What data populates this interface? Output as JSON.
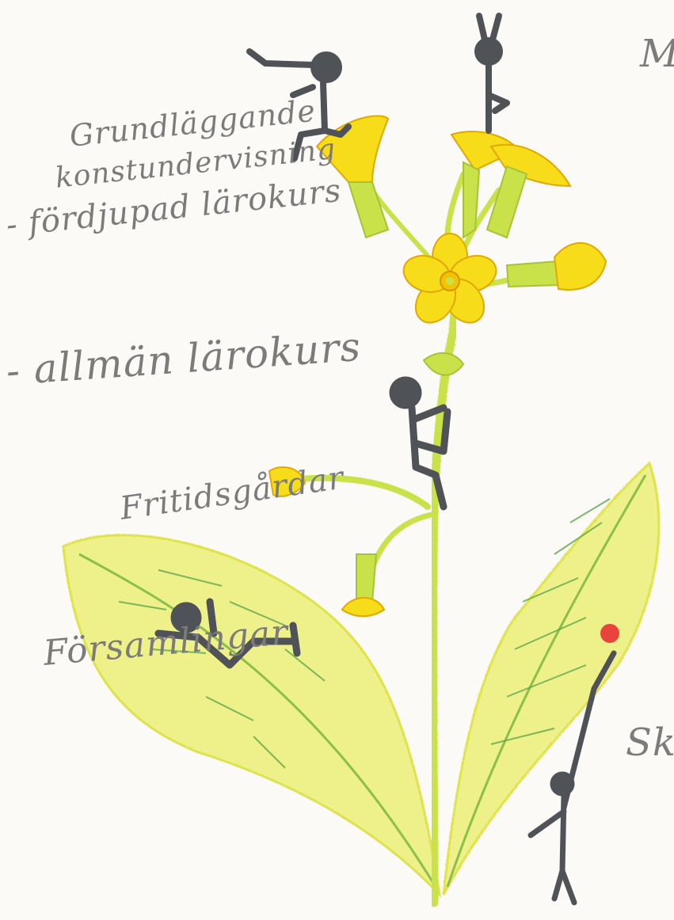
{
  "labels": {
    "grundlaggande_line1": "Grundläggande",
    "grundlaggande_line2": "konstundervisning",
    "fordjupad": "- fördjupad lärokurs",
    "allman": "- allmän lärokurs",
    "fritidsgardar": "Fritidsgårdar",
    "forsamlingar": "Församlingar",
    "top_right_fragment": "M",
    "mid_right_fragment": "Sk"
  },
  "colors": {
    "paper": "#fbfaf6",
    "leaf": "#eef08a",
    "leaf_vein": "#5aa84a",
    "stem": "#c9e24a",
    "petal": "#f7dc1a",
    "petal_edge": "#e0a800",
    "figure": "#4f5256",
    "torch_flame": "#e8262e",
    "pencil_text": "#7b7b7b"
  },
  "figures": [
    "trumpet-player-figure",
    "dancing-figure",
    "climbing-figure",
    "lying-figure",
    "torch-bearer-figure"
  ]
}
